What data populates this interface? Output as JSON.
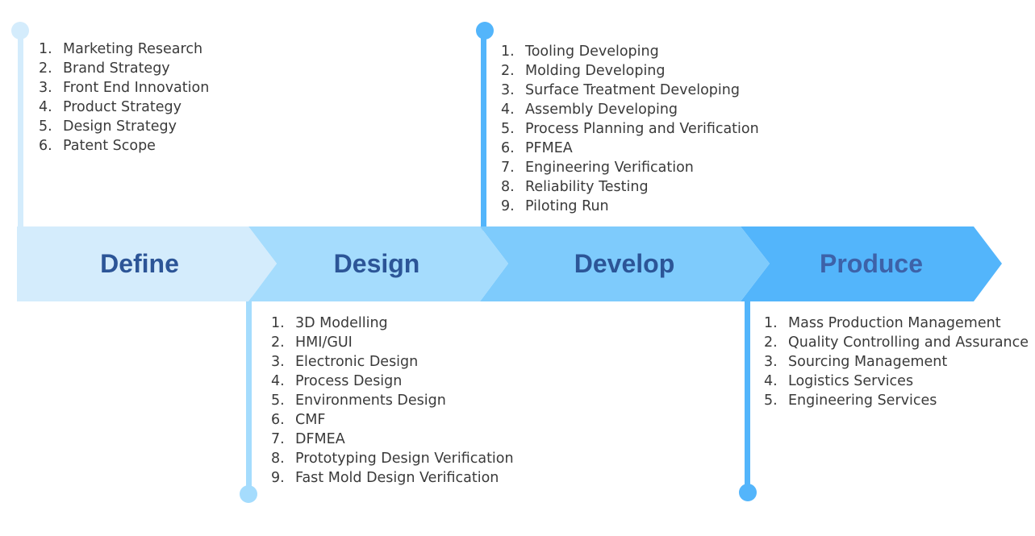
{
  "colors": {
    "define": "#d4ecfc",
    "design": "#a5dcfd",
    "develop": "#7ecbfc",
    "produce": "#53b5fb",
    "label_text": "#2c5597",
    "produce_label_text": "#3d62a8",
    "list_text": "#3a3a3a"
  },
  "stages": [
    {
      "id": "define",
      "label": "Define",
      "items": [
        "Marketing Research",
        "Brand Strategy",
        "Front End Innovation",
        "Product Strategy",
        "Design Strategy",
        "Patent Scope"
      ]
    },
    {
      "id": "design",
      "label": "Design",
      "items": [
        "3D Modelling",
        "HMI/GUI",
        "Electronic Design",
        "Process Design",
        "Environments Design",
        "CMF",
        "DFMEA",
        "Prototyping Design Verification",
        "Fast Mold Design Verification"
      ]
    },
    {
      "id": "develop",
      "label": "Develop",
      "items": [
        "Tooling Developing",
        "Molding Developing",
        "Surface Treatment Developing",
        "Assembly Developing",
        "Process Planning and Verification",
        "PFMEA",
        "Engineering Verification",
        "Reliability Testing",
        "Piloting Run"
      ]
    },
    {
      "id": "produce",
      "label": "Produce",
      "items": [
        "Mass Production Management",
        "Quality Controlling and Assurance",
        "Sourcing Management",
        "Logistics Services",
        "Engineering Services"
      ]
    }
  ]
}
